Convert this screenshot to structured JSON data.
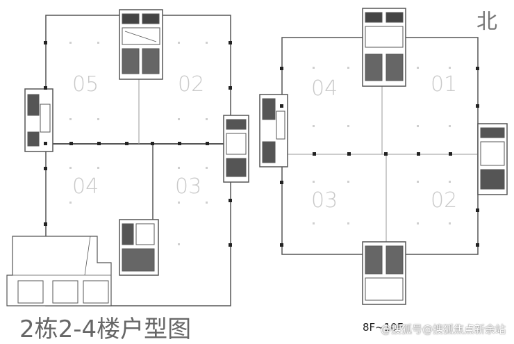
{
  "plan_left": {
    "units": [
      "05",
      "02",
      "04",
      "03"
    ],
    "caption": "2栋2-4楼户型图"
  },
  "plan_right": {
    "units": [
      "04",
      "01",
      "03",
      "02"
    ],
    "caption": "8F~10F"
  },
  "north_label": "北",
  "watermark": "@搜狐号@搜狐焦点新余站"
}
